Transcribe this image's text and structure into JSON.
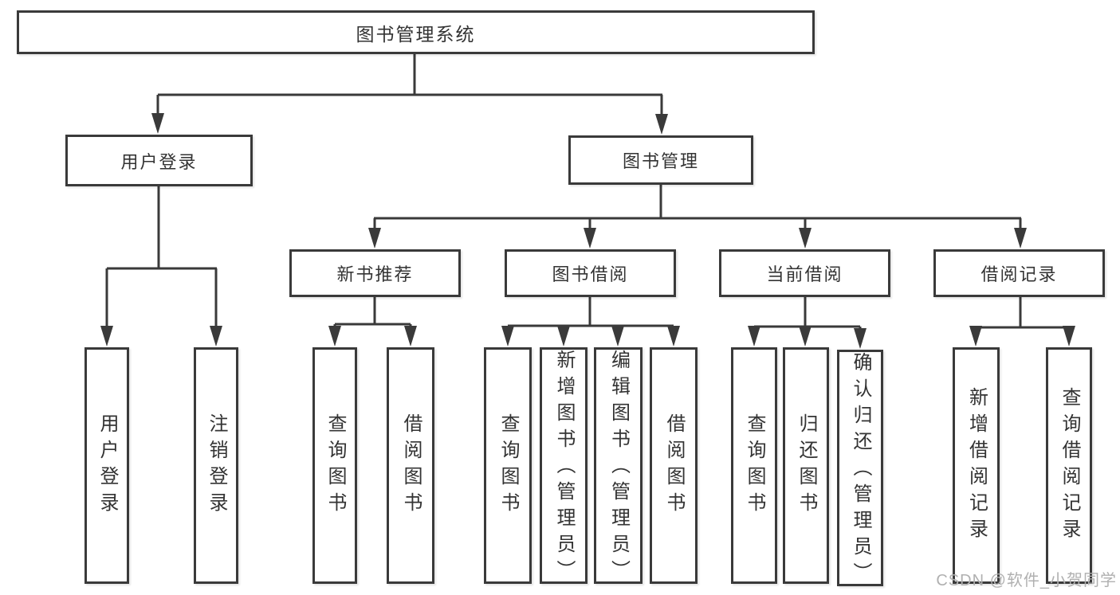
{
  "diagram": {
    "root": {
      "label": "图书管理系统"
    },
    "children": [
      {
        "label": "用户登录",
        "children": [
          {
            "label": "用户登录"
          },
          {
            "label": "注销登录"
          }
        ]
      },
      {
        "label": "图书管理",
        "children": [
          {
            "label": "新书推荐",
            "children": [
              {
                "label": "查询图书"
              },
              {
                "label": "借阅图书"
              }
            ]
          },
          {
            "label": "图书借阅",
            "children": [
              {
                "label": "查询图书"
              },
              {
                "label": "新增图书（管理员）"
              },
              {
                "label": "编辑图书（管理员）"
              },
              {
                "label": "借阅图书"
              }
            ]
          },
          {
            "label": "当前借阅",
            "children": [
              {
                "label": "查询图书"
              },
              {
                "label": "归还图书"
              },
              {
                "label": "确认归还（管理员）"
              }
            ]
          },
          {
            "label": "借阅记录",
            "children": [
              {
                "label": "新增借阅记录"
              },
              {
                "label": "查询借阅记录"
              }
            ]
          }
        ]
      }
    ]
  },
  "watermark": {
    "text": "CSDN @软件_小贺同学"
  },
  "colors": {
    "line": "#3a3a3a",
    "text": "#333333",
    "background": "#ffffff",
    "watermark": "#b0b0b0"
  }
}
